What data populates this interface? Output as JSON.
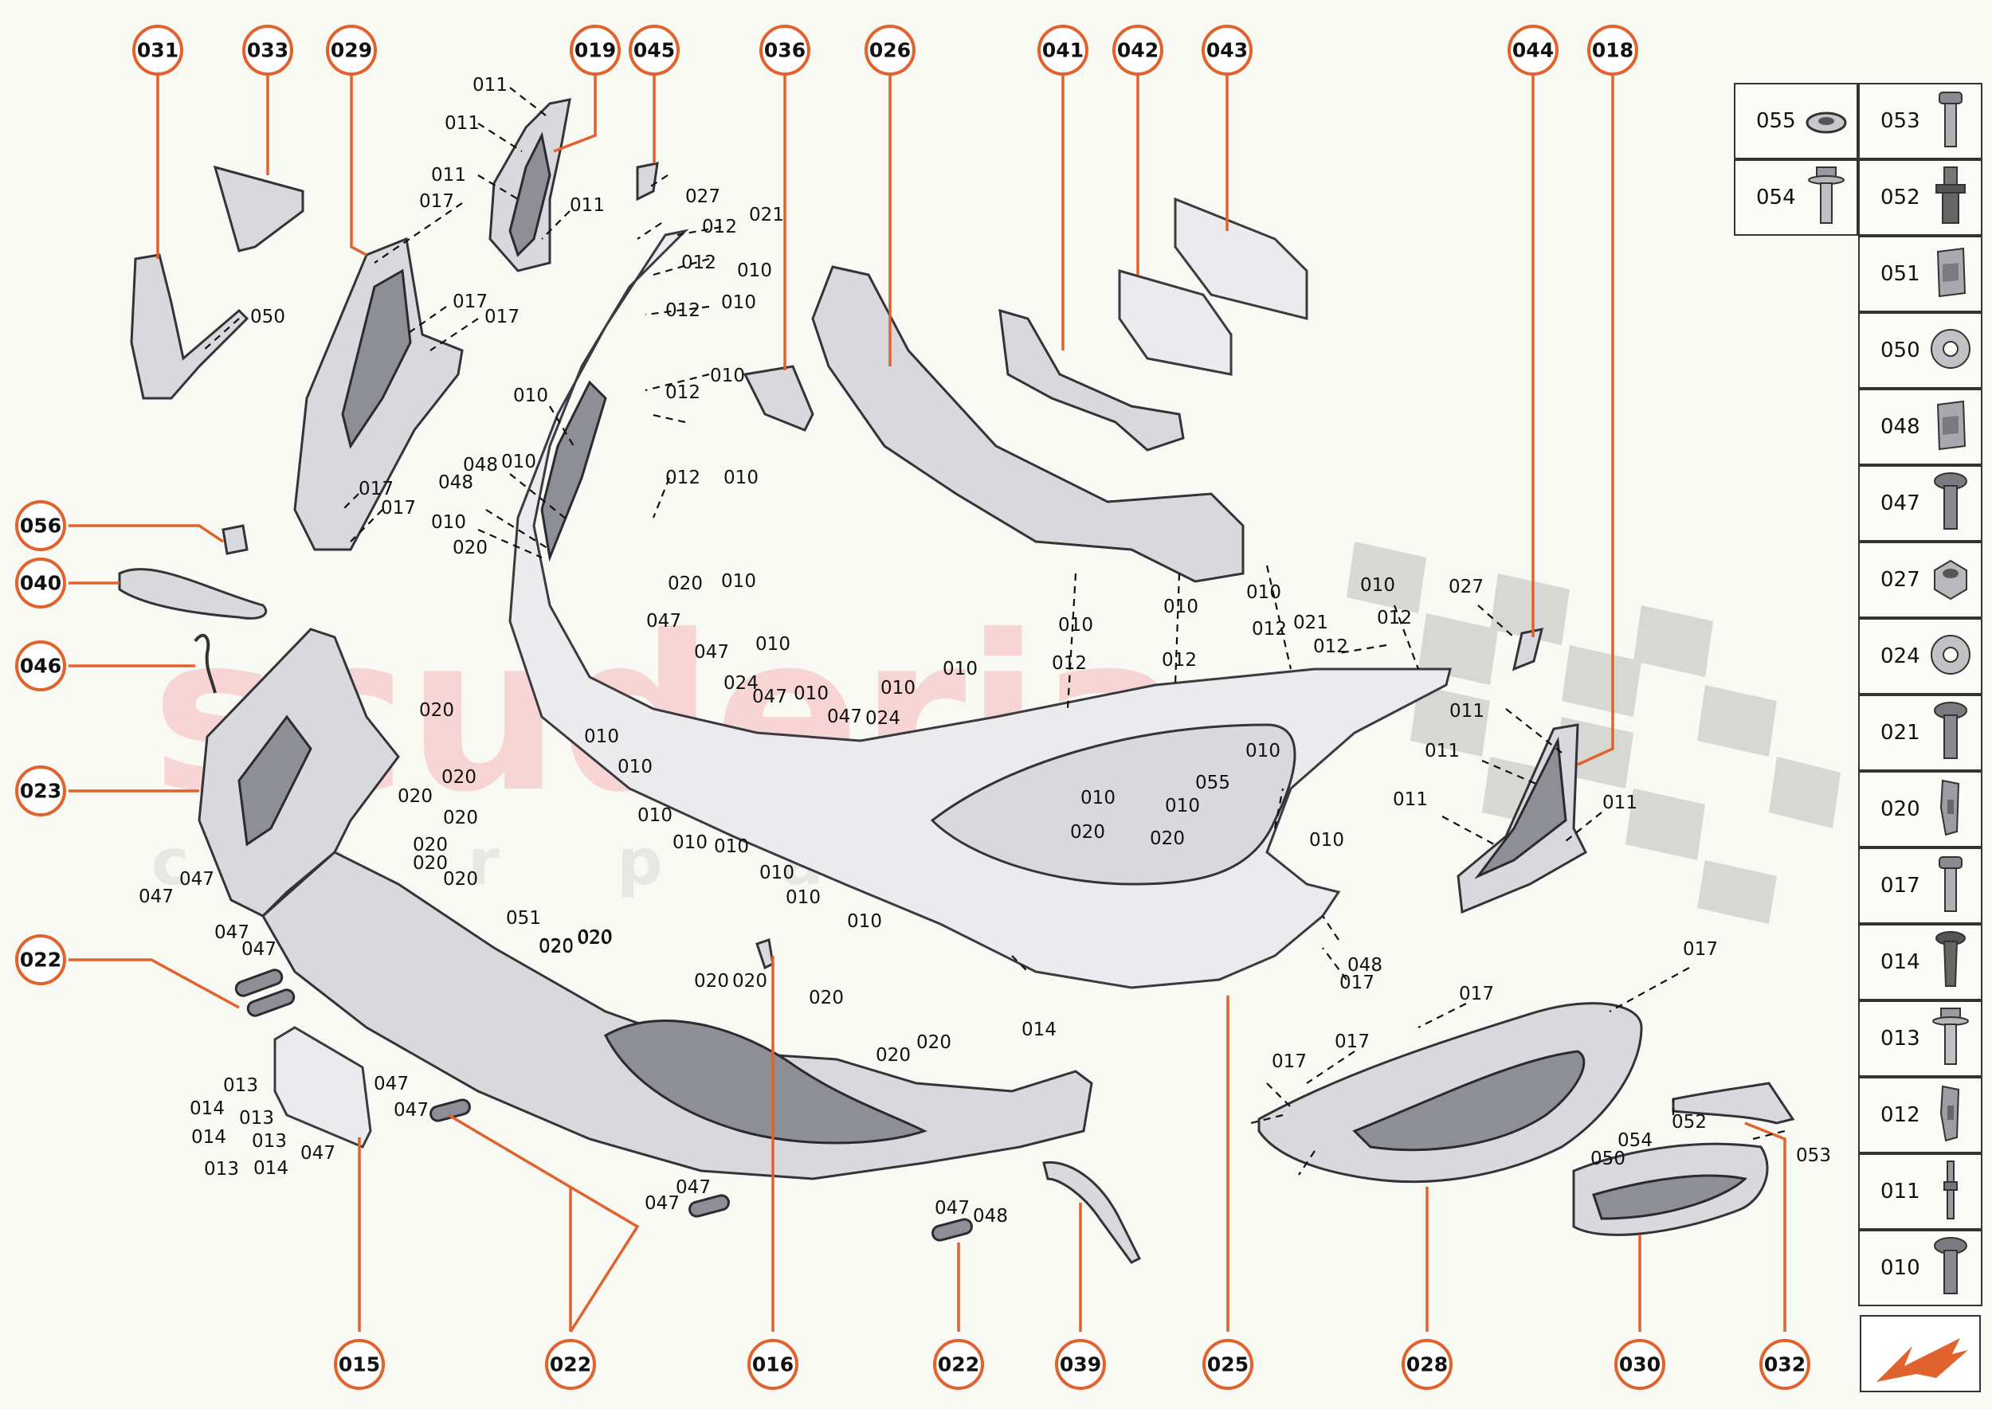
{
  "watermark": {
    "brand": "scuderia",
    "sub": "c a r   p a r t s",
    "color": "#f7caca"
  },
  "colors": {
    "accent": "#e0622c"
  },
  "callouts": {
    "c031": "031",
    "c033": "033",
    "c029": "029",
    "c019": "019",
    "c045": "045",
    "c036": "036",
    "c026": "026",
    "c041": "041",
    "c042": "042",
    "c043": "043",
    "c044": "044",
    "c018": "018",
    "c056": "056",
    "c040": "040",
    "c046": "046",
    "c023": "023",
    "c022a": "022",
    "c015": "015",
    "c022b": "022",
    "c016": "016",
    "c022c": "022",
    "c039": "039",
    "c025": "025",
    "c028": "028",
    "c030": "030",
    "c032": "032"
  },
  "labels": {
    "l1": "011",
    "l2": "011",
    "l3": "011",
    "l4": "017",
    "l5": "011",
    "l6": "027",
    "l7": "012",
    "l8": "021",
    "l9": "012",
    "l10": "010",
    "l11": "012",
    "l12": "010",
    "l13": "010",
    "l14": "012",
    "l15": "012",
    "l16": "010",
    "l17": "050",
    "l18": "017",
    "l19": "017",
    "l20": "017",
    "l21": "017",
    "l22": "010",
    "l23": "048",
    "l24": "010",
    "l25": "048",
    "l26": "010",
    "l27": "020",
    "l28": "020",
    "l29": "010",
    "l30": "047",
    "l31": "047",
    "l32": "010",
    "l33": "024",
    "l34": "047",
    "l35": "010",
    "l36": "010",
    "l37": "047",
    "l38": "024",
    "l39": "010",
    "l40": "010",
    "l41": "012",
    "l42": "010",
    "l43": "012",
    "l44": "010",
    "l45": "012",
    "l46": "021",
    "l47": "012",
    "l48": "010",
    "l49": "012",
    "l50": "027",
    "l51": "020",
    "l52": "020",
    "l53": "020",
    "l54": "020",
    "l55": "020",
    "l56": "020",
    "l57": "020",
    "l58": "047",
    "l59": "047",
    "l60": "047",
    "l61": "047",
    "l62": "051",
    "l63": "020",
    "l64": "020",
    "l65": "010",
    "l66": "010",
    "l67": "010",
    "l68": "010",
    "l69": "010",
    "l70": "010",
    "l71": "010",
    "l72": "010",
    "l73": "010",
    "l74": "020",
    "l75": "010",
    "l76": "020",
    "l77": "055",
    "l78": "010",
    "l79": "010",
    "l80": "011",
    "l81": "011",
    "l82": "011",
    "l83": "011",
    "l84": "020",
    "l85": "020",
    "l86": "020",
    "l87": "020",
    "l88": "020",
    "l89": "020",
    "l90": "020",
    "l91": "014",
    "l92": "013",
    "l93": "014",
    "l94": "013",
    "l95": "014",
    "l96": "013",
    "l97": "013",
    "l98": "014",
    "l99": "047",
    "l100": "047",
    "l101": "047",
    "l102": "047",
    "l103": "047",
    "l104": "047",
    "l105": "048",
    "l106": "048",
    "l107": "017",
    "l108": "017",
    "l109": "017",
    "l110": "017",
    "l111": "017",
    "l112": "052",
    "l113": "054",
    "l114": "050",
    "l115": "053"
  },
  "legend": [
    {
      "code": "055",
      "icon": "flat-nut-icon"
    },
    {
      "code": "053",
      "icon": "bolt-icon"
    },
    {
      "code": "054",
      "icon": "flange-bolt-icon"
    },
    {
      "code": "052",
      "icon": "stud-bolt-icon"
    },
    {
      "code": "051",
      "icon": "clip-nut-icon"
    },
    {
      "code": "050",
      "icon": "washer-icon"
    },
    {
      "code": "048",
      "icon": "clip-nut-icon"
    },
    {
      "code": "047",
      "icon": "screw-icon"
    },
    {
      "code": "027",
      "icon": "hex-nut-icon"
    },
    {
      "code": "024",
      "icon": "washer-icon"
    },
    {
      "code": "021",
      "icon": "screw-icon"
    },
    {
      "code": "020",
      "icon": "spring-clip-icon"
    },
    {
      "code": "017",
      "icon": "bolt-icon"
    },
    {
      "code": "014",
      "icon": "push-rivet-icon"
    },
    {
      "code": "013",
      "icon": "flange-bolt-icon"
    },
    {
      "code": "012",
      "icon": "spring-clip-icon"
    },
    {
      "code": "011",
      "icon": "pin-icon"
    },
    {
      "code": "010",
      "icon": "screw-icon"
    }
  ]
}
